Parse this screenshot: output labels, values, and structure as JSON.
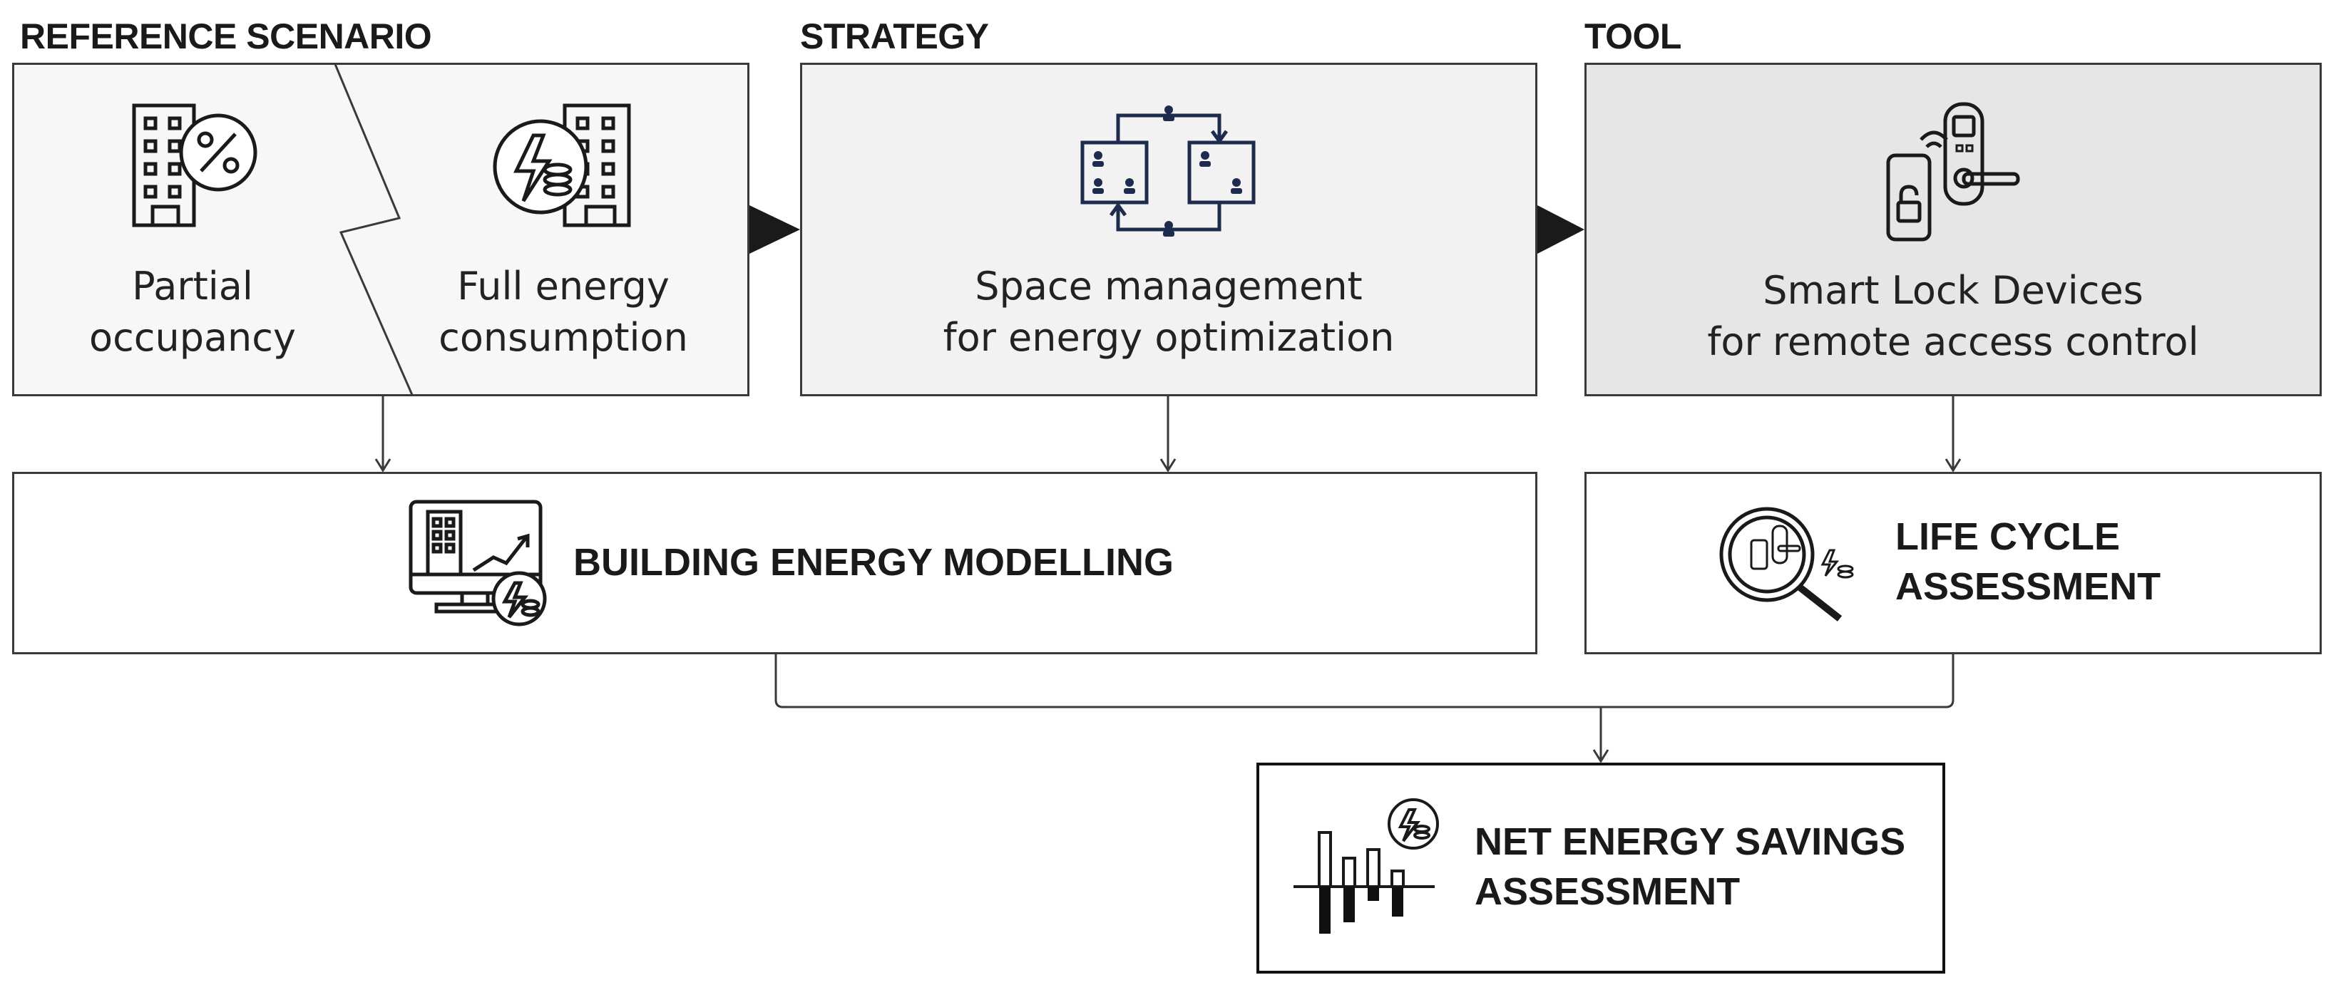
{
  "headings": {
    "reference": "REFERENCE SCENARIO",
    "strategy": "STRATEGY",
    "tool": "TOOL"
  },
  "reference": {
    "left_lines": [
      "Partial",
      "occupancy"
    ],
    "right_lines": [
      "Full energy",
      "consumption"
    ]
  },
  "strategy": {
    "lines": [
      "Space management",
      "for energy optimization"
    ]
  },
  "tool": {
    "lines": [
      "Smart Lock Devices",
      "for remote access control"
    ]
  },
  "bem": {
    "label": "BUILDING ENERGY MODELLING"
  },
  "lca": {
    "lines": [
      "LIFE CYCLE",
      "ASSESSMENT"
    ]
  },
  "nes": {
    "lines": [
      "NET ENERGY SAVINGS",
      "ASSESSMENT"
    ]
  },
  "icons": {
    "reference_left": "building-percent-icon",
    "reference_right": "energy-coins-building-icon",
    "strategy": "room-rotation-icon",
    "tool": "smart-lock-phone-icon",
    "bem": "monitor-building-chart-icon",
    "lca": "magnifier-lock-icon",
    "nes": "bar-chart-energy-icon"
  },
  "colors": {
    "reference_fill": "#f7f7f7",
    "strategy_fill": "#f2f2f2",
    "tool_fill": "#e6e6e6",
    "strategy_icon": "#1d2b4f",
    "border": "#3a3a3a"
  }
}
